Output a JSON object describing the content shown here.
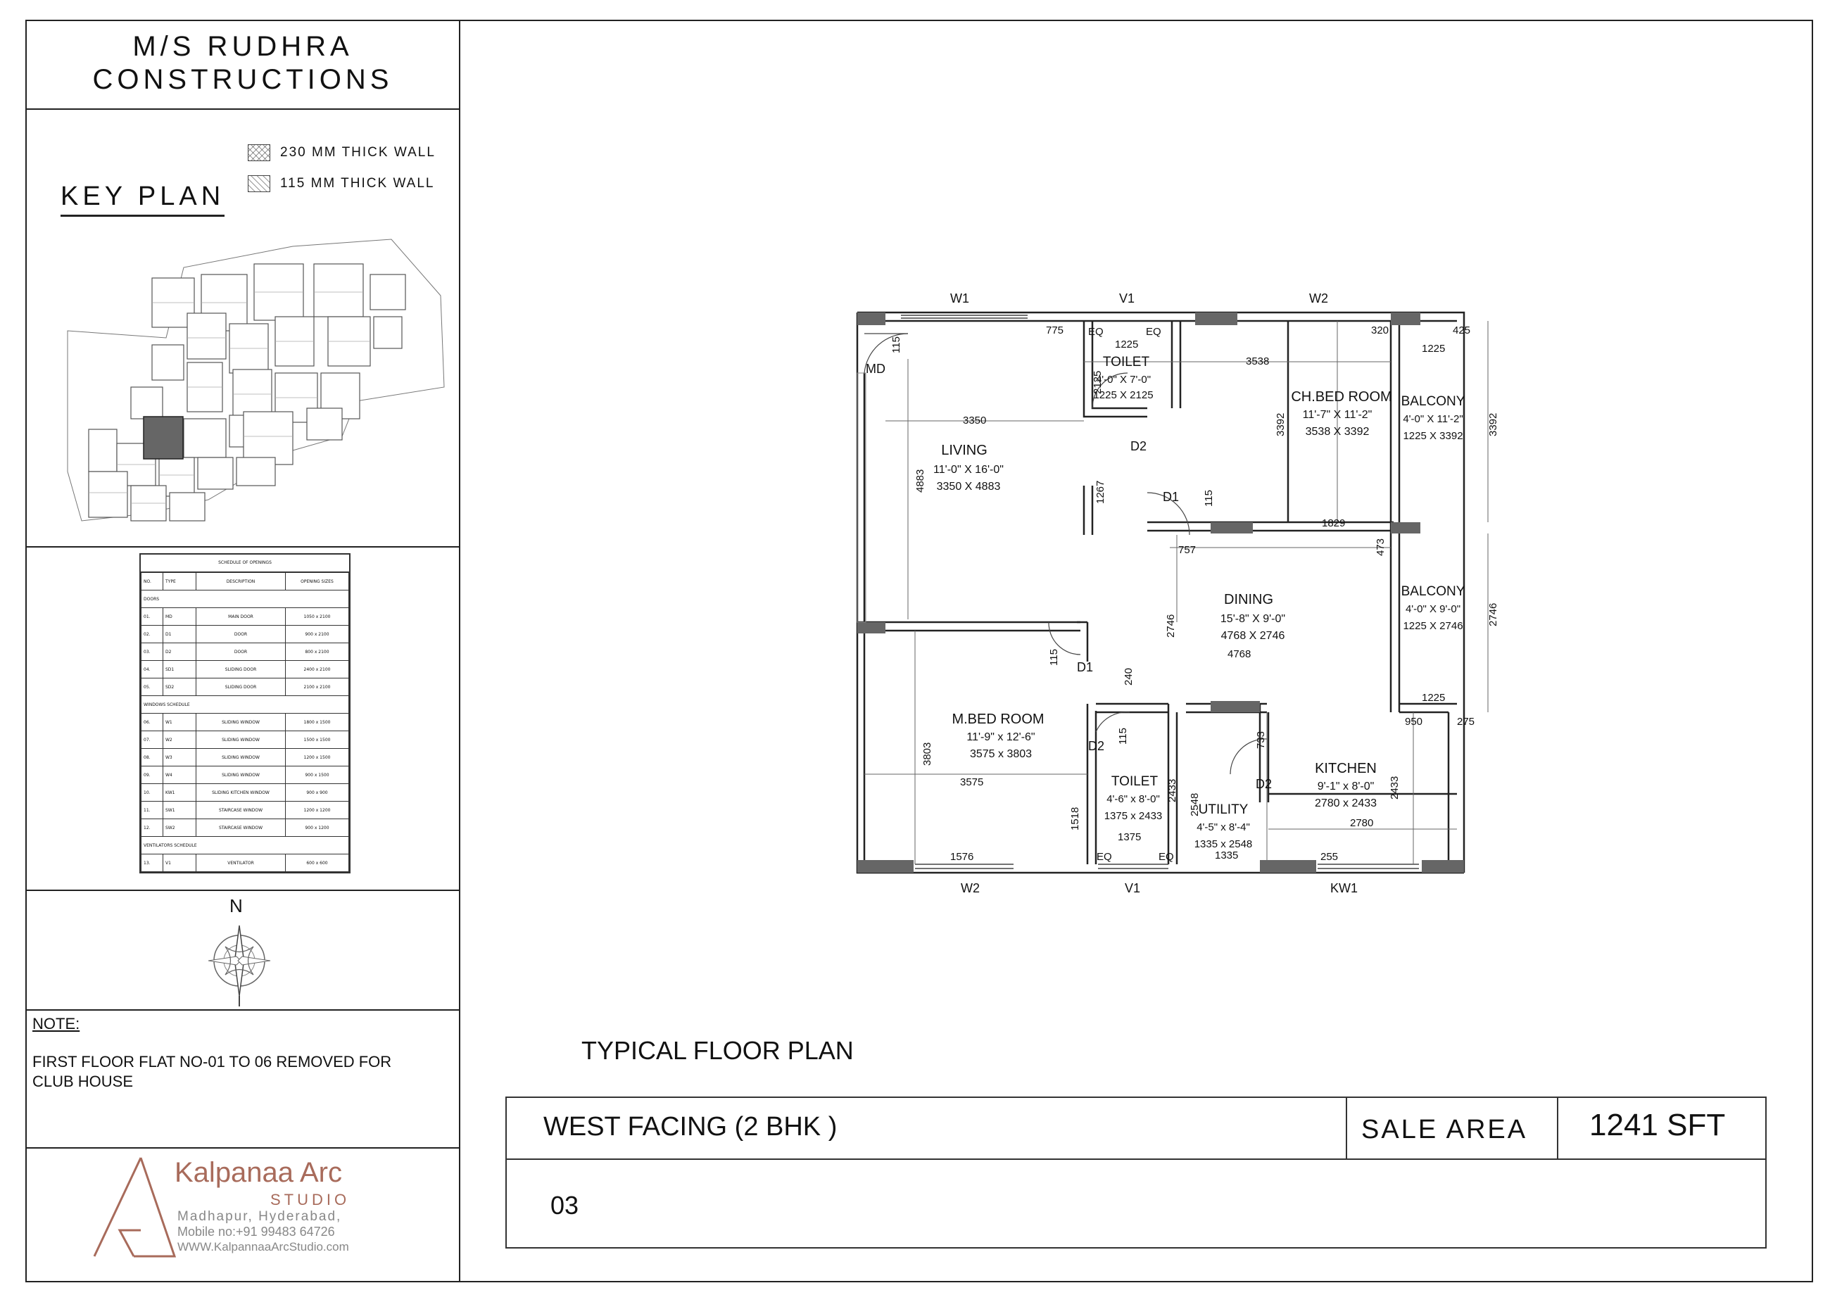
{
  "company": {
    "line1": "M/S RUDHRA",
    "line2": "CONSTRUCTIONS"
  },
  "key_plan": {
    "title": "KEY PLAN",
    "legend": [
      {
        "label": "230 MM THICK WALL"
      },
      {
        "label": "115 MM THICK WALL"
      }
    ]
  },
  "schedule": {
    "title": "SCHEDULE OF OPENINGS",
    "headers": [
      "NO.",
      "TYPE",
      "DESCRIPTION",
      "OPENING SIZES"
    ],
    "doors_heading": "DOORS",
    "doors": [
      {
        "no": "01.",
        "type": "MD",
        "desc": "MAIN DOOR",
        "size": "1050 x 2100"
      },
      {
        "no": "02.",
        "type": "D1",
        "desc": "DOOR",
        "size": "900 x 2100"
      },
      {
        "no": "03.",
        "type": "D2",
        "desc": "DOOR",
        "size": "800 x 2100"
      },
      {
        "no": "04.",
        "type": "SD1",
        "desc": "SLIDING DOOR",
        "size": "2400 x 2100"
      },
      {
        "no": "05.",
        "type": "SD2",
        "desc": "SLIDING DOOR",
        "size": "2100 x 2100"
      }
    ],
    "windows_heading": "WINDOWS SCHEDULE",
    "windows": [
      {
        "no": "06.",
        "type": "W1",
        "desc": "SLIDING WINDOW",
        "size": "1800 x 1500"
      },
      {
        "no": "07.",
        "type": "W2",
        "desc": "SLIDING WINDOW",
        "size": "1500 x 1500"
      },
      {
        "no": "08.",
        "type": "W3",
        "desc": "SLIDING WINDOW",
        "size": "1200 x 1500"
      },
      {
        "no": "09.",
        "type": "W4",
        "desc": "SLIDING WINDOW",
        "size": "900 x 1500"
      },
      {
        "no": "10.",
        "type": "KW1",
        "desc": "SLIDING KITCHEN WINDOW",
        "size": "900 x 900"
      },
      {
        "no": "11.",
        "type": "SW1",
        "desc": "STAIRCASE WINDOW",
        "size": "1200 x 1200"
      },
      {
        "no": "12.",
        "type": "SW2",
        "desc": "STAIRCASE WINDOW",
        "size": "900 x 1200"
      }
    ],
    "ventilators_heading": "VENTILATORS SCHEDULE",
    "ventilators": [
      {
        "no": "13.",
        "type": "V1",
        "desc": "VENTILATOR",
        "size": "600 x 600"
      }
    ]
  },
  "north_label": "N",
  "note": {
    "heading": "NOTE:",
    "line1": "FIRST FLOOR  FLAT NO-01 TO 06 REMOVED FOR",
    "line2": "CLUB HOUSE"
  },
  "studio": {
    "name": "Kalpanaa Arc",
    "sub": "STUDIO",
    "addr1": "Madhapur, Hyderabad,",
    "addr2": "Mobile no:+91 99483 64726",
    "web": "WWW.KalpannaaArcStudio.com"
  },
  "plan_title": "TYPICAL FLOOR PLAN",
  "info": {
    "facing": "WEST FACING  (2 BHK )",
    "sale_area_label": "SALE AREA",
    "sale_area_value": "1241 SFT",
    "flat_no": "03"
  },
  "rooms": [
    {
      "name": "LIVING",
      "imp": "11'-0\" X 16'-0\"",
      "met": "3350 X 4883"
    },
    {
      "name": "TOILET",
      "imp": "4'-0\" X 7'-0\"",
      "met": "1225 X 2125"
    },
    {
      "name": "CH.BED ROOM",
      "imp": "11'-7\" X 11'-2\"",
      "met": "3538 X 3392"
    },
    {
      "name": "BALCONY",
      "imp": "4'-0\" X 11'-2\"",
      "met": "1225 X 3392"
    },
    {
      "name": "DINING",
      "imp": "15'-8\" X 9'-0\"",
      "met": "4768 X 2746"
    },
    {
      "name": "BALCONY",
      "imp": "4'-0\" X 9'-0\"",
      "met": "1225 X 2746"
    },
    {
      "name": "M.BED ROOM",
      "imp": "11'-9\" x 12'-6\"",
      "met": "3575 x 3803"
    },
    {
      "name": "TOILET",
      "imp": "4'-6\" x 8'-0\"",
      "met": "1375 x 2433"
    },
    {
      "name": "UTILITY",
      "imp": "4'-5\" x 8'-4\"",
      "met": "1335 x 2548"
    },
    {
      "name": "KITCHEN",
      "imp": "9'-1\" x 8'-0\"",
      "met": "2780 x 2433"
    }
  ],
  "openings": {
    "w1": "W1",
    "v1": "V1",
    "w2": "W2",
    "kw1": "KW1",
    "md": "MD",
    "d1": "D1",
    "d2": "D2",
    "eq": "EQ"
  },
  "dims": {
    "d775": "775",
    "d1225": "1225",
    "d320": "320",
    "d425": "425",
    "d3538": "3538",
    "d3350": "3350",
    "d2125": "2125",
    "d115": "115",
    "d4883": "4883",
    "d3392": "3392",
    "d1267": "1267",
    "d1829": "1829",
    "d757": "757",
    "d473": "473",
    "d2746": "2746",
    "d4768": "4768",
    "d240": "240",
    "d3803": "3803",
    "d3575": "3575",
    "d733": "733",
    "d2433": "2433",
    "d2548": "2548",
    "d1518": "1518",
    "d1375": "1375",
    "d1335": "1335",
    "d2780": "2780",
    "d1576": "1576",
    "d255": "255",
    "d950": "950",
    "d275": "275"
  }
}
